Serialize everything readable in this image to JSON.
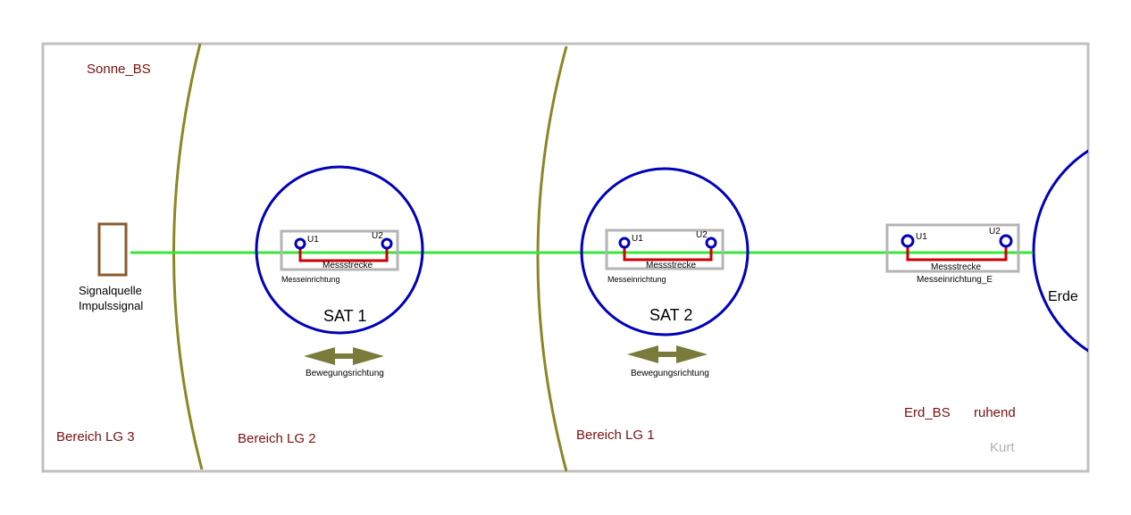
{
  "labels": {
    "sonne": "Sonne_BS",
    "signalquelle_line1": "Signalquelle",
    "signalquelle_line2": "Impulssignal",
    "bereich_lg3": "Bereich LG 3",
    "bereich_lg2": "Bereich LG 2",
    "bereich_lg1": "Bereich LG 1",
    "erd_bs": "Erd_BS",
    "ruhend": "ruhend",
    "author": "Kurt",
    "erde": "Erde"
  },
  "satellites": [
    {
      "title": "SAT 1",
      "u1": "U1",
      "u2": "U2",
      "strecke": "Messstrecke",
      "einrichtung": "Messeinrichtung",
      "richtung": "Bewegungsrichtung"
    },
    {
      "title": "SAT 2",
      "u1": "U1",
      "u2": "U2",
      "strecke": "Messstrecke",
      "einrichtung": "Messeinrichtung",
      "richtung": "Bewegungsrichtung"
    }
  ],
  "earth_station": {
    "u1": "U1",
    "u2": "U2",
    "strecke": "Messstrecke",
    "einrichtung": "Messeinrichtung_E"
  },
  "colors": {
    "frame": "#c0c0c0",
    "region_boundary": "#8b8726",
    "beam": "#39e639",
    "circle": "#0000bb",
    "measure_line": "#cc0000",
    "label_dark_red": "#7a1010",
    "source_box": "#8b5a2b",
    "arrow": "#7a7a3a",
    "author": "#b0b0b0"
  }
}
